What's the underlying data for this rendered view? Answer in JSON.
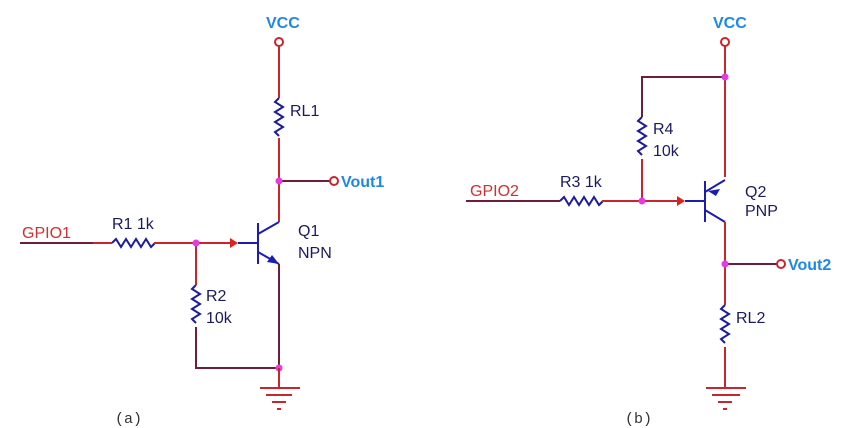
{
  "circuit_a": {
    "caption": "(a)",
    "vcc": "VCC",
    "input": "GPIO1",
    "output": "Vout1",
    "r_base": {
      "name": "R1",
      "value": "1k",
      "label": "R1 1k"
    },
    "r_pull": {
      "name": "R2",
      "value": "10k"
    },
    "r_load": {
      "name": "RL1"
    },
    "transistor": {
      "name": "Q1",
      "type": "NPN"
    }
  },
  "circuit_b": {
    "caption": "(b)",
    "vcc": "VCC",
    "input": "GPIO2",
    "output": "Vout2",
    "r_base": {
      "name": "R3",
      "value": "1k",
      "label": "R3 1k"
    },
    "r_pull": {
      "name": "R4",
      "value": "10k"
    },
    "r_load": {
      "name": "RL2"
    },
    "transistor": {
      "name": "Q2",
      "type": "PNP"
    }
  }
}
